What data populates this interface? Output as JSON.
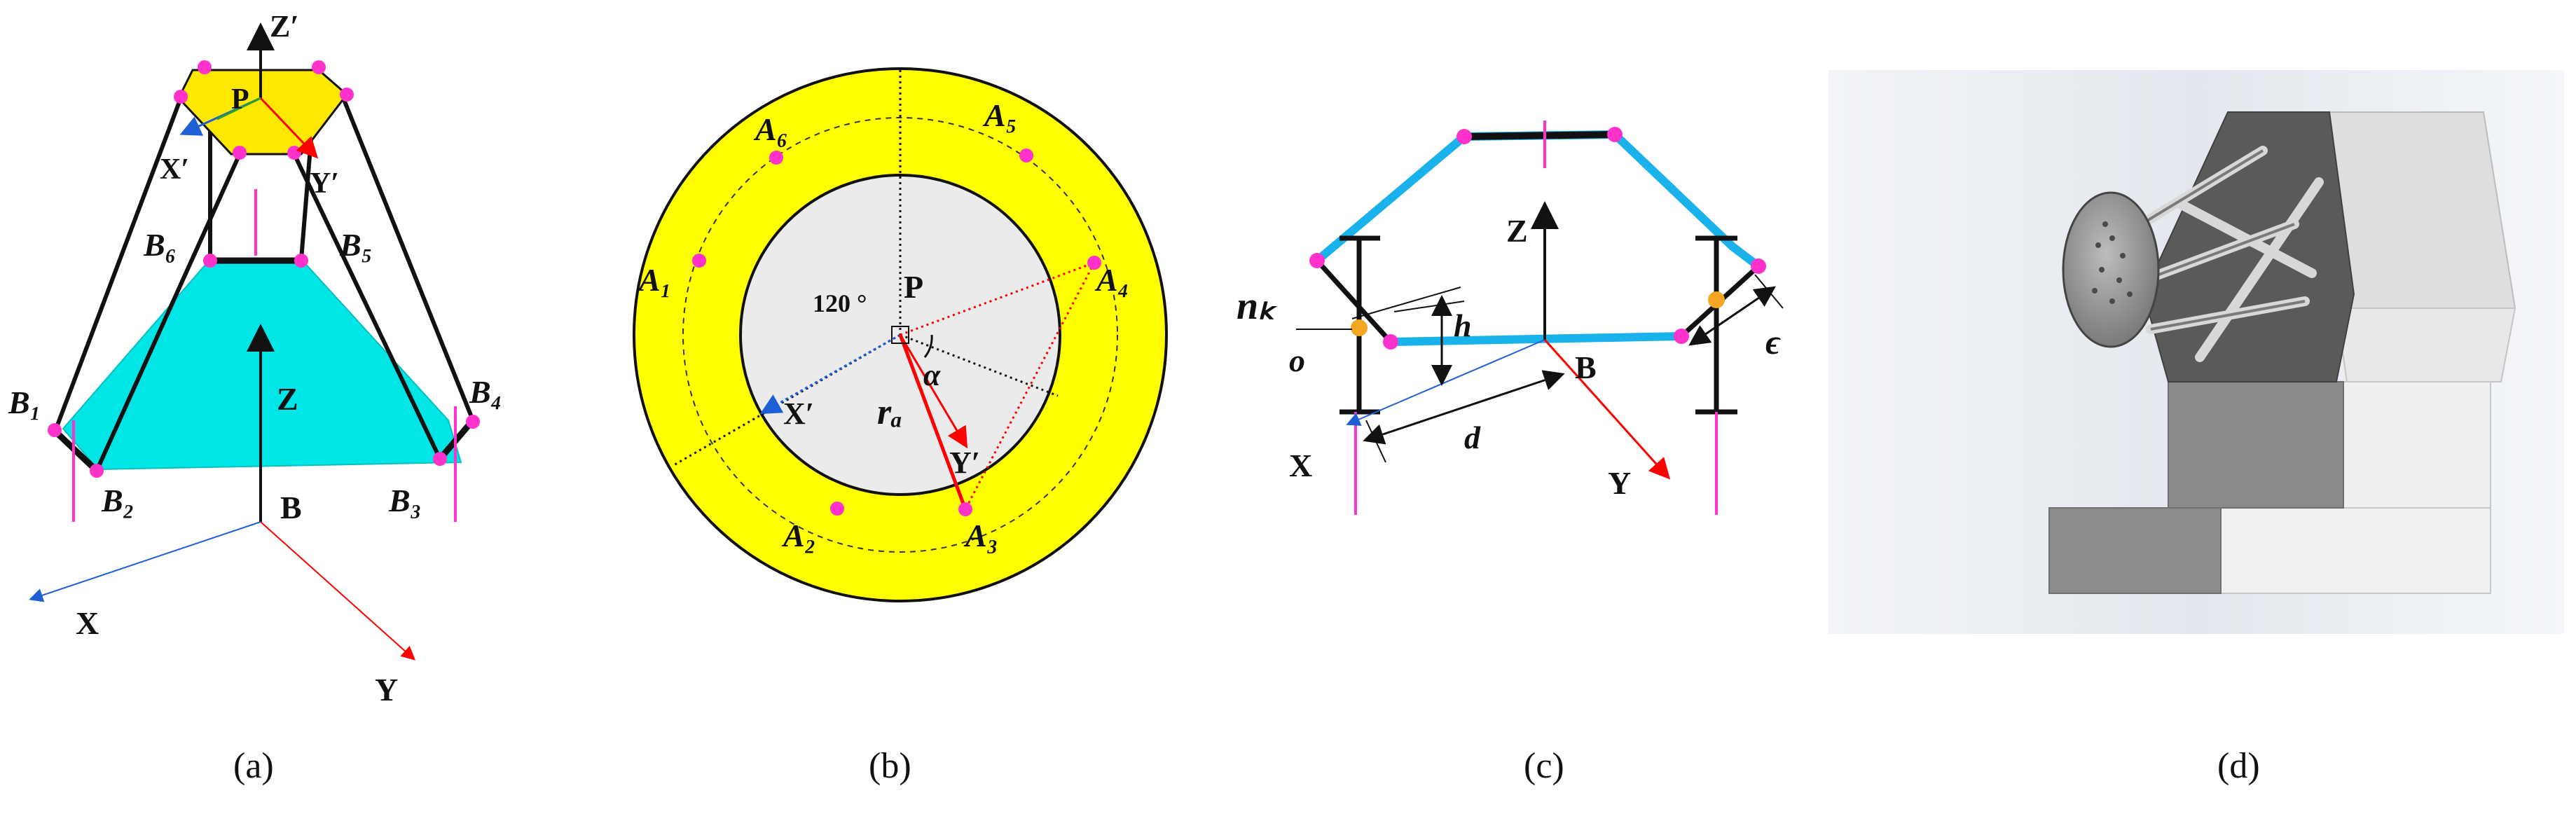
{
  "panel_a": {
    "caption": "(a)",
    "axes": {
      "z_prime": "Z′",
      "x_prime": "X′",
      "y_prime": "Y′",
      "p": "P",
      "z": "Z",
      "b": "B",
      "x": "X",
      "y": "Y"
    },
    "joints": {
      "b1": "B₁",
      "b2": "B₂",
      "b3": "B₃",
      "b4": "B₄",
      "b5": "B₅",
      "b6": "B₆"
    }
  },
  "panel_b": {
    "caption": "(b)",
    "angle": "120 °",
    "p": "P",
    "alpha": "α",
    "ra": "rₐ",
    "x_prime": "X′",
    "y_prime": "Y′",
    "anchors": {
      "a1": "A₁",
      "a2": "A₂",
      "a3": "A₃",
      "a4": "A₄",
      "a5": "A₅",
      "a6": "A₆"
    }
  },
  "panel_c": {
    "caption": "(c)",
    "z": "Z",
    "b": "B",
    "x": "X",
    "y": "Y",
    "h": "h",
    "d": "d",
    "o": "o",
    "eps": "ϵ",
    "nk": "nₖ"
  },
  "panel_d": {
    "caption": "(d)"
  },
  "colors": {
    "yellow": "#ffff00",
    "cyan": "#00e5e5",
    "magenta": "#ff33cc",
    "gray": "#ebebeb",
    "blue_link": "#1ab2ea",
    "red_axis": "#ff0000",
    "blue_axis": "#1f5fd6",
    "orange_dot": "#f5a623"
  }
}
